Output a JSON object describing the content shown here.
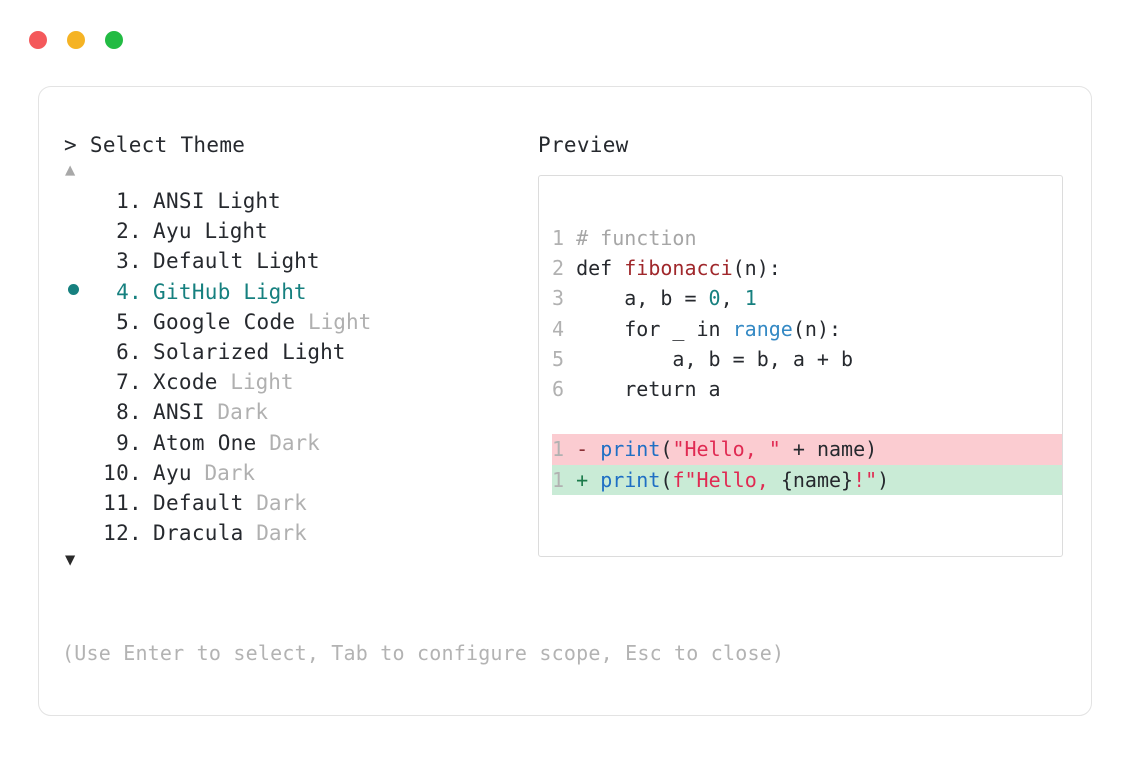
{
  "window": {
    "traffic_lights": [
      {
        "name": "close",
        "color": "#f4595b"
      },
      {
        "name": "minimize",
        "color": "#f5b324"
      },
      {
        "name": "maximize",
        "color": "#22bb43"
      }
    ]
  },
  "left": {
    "prompt": "> Select Theme",
    "scroll_up_icon": "▲",
    "scroll_down_icon": "▼",
    "selected_index": 4,
    "selected_bullet": "●",
    "themes": [
      {
        "num": "1.",
        "name": "ANSI",
        "variant": "Light",
        "variant_dim": false,
        "selected": false
      },
      {
        "num": "2.",
        "name": "Ayu",
        "variant": "Light",
        "variant_dim": false,
        "selected": false
      },
      {
        "num": "3.",
        "name": "Default",
        "variant": "Light",
        "variant_dim": false,
        "selected": false
      },
      {
        "num": "4.",
        "name": "GitHub",
        "variant": "Light",
        "variant_dim": false,
        "selected": true
      },
      {
        "num": "5.",
        "name": "Google Code",
        "variant": "Light",
        "variant_dim": true,
        "selected": false
      },
      {
        "num": "6.",
        "name": "Solarized",
        "variant": "Light",
        "variant_dim": false,
        "selected": false
      },
      {
        "num": "7.",
        "name": "Xcode",
        "variant": "Light",
        "variant_dim": true,
        "selected": false
      },
      {
        "num": "8.",
        "name": "ANSI",
        "variant": "Dark",
        "variant_dim": true,
        "selected": false
      },
      {
        "num": "9.",
        "name": "Atom One",
        "variant": "Dark",
        "variant_dim": true,
        "selected": false
      },
      {
        "num": "10.",
        "name": "Ayu",
        "variant": "Dark",
        "variant_dim": true,
        "selected": false
      },
      {
        "num": "11.",
        "name": "Default",
        "variant": "Dark",
        "variant_dim": true,
        "selected": false
      },
      {
        "num": "12.",
        "name": "Dracula",
        "variant": "Dark",
        "variant_dim": true,
        "selected": false
      }
    ],
    "hint": "(Use Enter to select, Tab to configure scope, Esc to close)"
  },
  "right": {
    "label": "Preview",
    "code_lines": [
      {
        "ln": "1",
        "tokens": [
          {
            "t": "# function",
            "c": "com"
          }
        ]
      },
      {
        "ln": "2",
        "tokens": [
          {
            "t": "def ",
            "c": "kw"
          },
          {
            "t": "fibonacci",
            "c": "fn"
          },
          {
            "t": "(n):",
            "c": "pl"
          }
        ]
      },
      {
        "ln": "3",
        "tokens": [
          {
            "t": "    a, b = ",
            "c": "pl"
          },
          {
            "t": "0",
            "c": "num"
          },
          {
            "t": ", ",
            "c": "pl"
          },
          {
            "t": "1",
            "c": "num"
          }
        ]
      },
      {
        "ln": "4",
        "tokens": [
          {
            "t": "    for _ in ",
            "c": "pl"
          },
          {
            "t": "range",
            "c": "blue"
          },
          {
            "t": "(n):",
            "c": "pl"
          }
        ]
      },
      {
        "ln": "5",
        "tokens": [
          {
            "t": "        a, b = b, a + b",
            "c": "pl"
          }
        ]
      },
      {
        "ln": "6",
        "tokens": [
          {
            "t": "    return a",
            "c": "pl"
          }
        ]
      }
    ],
    "diff_lines": [
      {
        "ln": "1",
        "kind": "del",
        "sign": "-",
        "tokens": [
          {
            "t": "print",
            "c": "call"
          },
          {
            "t": "(",
            "c": "pl"
          },
          {
            "t": "\"Hello, \"",
            "c": "str"
          },
          {
            "t": " + name)",
            "c": "pl"
          }
        ]
      },
      {
        "ln": "1",
        "kind": "add",
        "sign": "+",
        "tokens": [
          {
            "t": "print",
            "c": "call"
          },
          {
            "t": "(",
            "c": "pl"
          },
          {
            "t": "f\"Hello, ",
            "c": "str"
          },
          {
            "t": "{name}",
            "c": "pl"
          },
          {
            "t": "!\"",
            "c": "str"
          },
          {
            "t": ")",
            "c": "pl"
          }
        ]
      }
    ]
  },
  "colors": {
    "accent_teal": "#16807f",
    "diff_del_bg": "#fbccd1",
    "diff_add_bg": "#c9ebd6",
    "panel_border": "#e3e3e3",
    "preview_border": "#dcdcdc",
    "dim_text": "#b0b0b0"
  }
}
